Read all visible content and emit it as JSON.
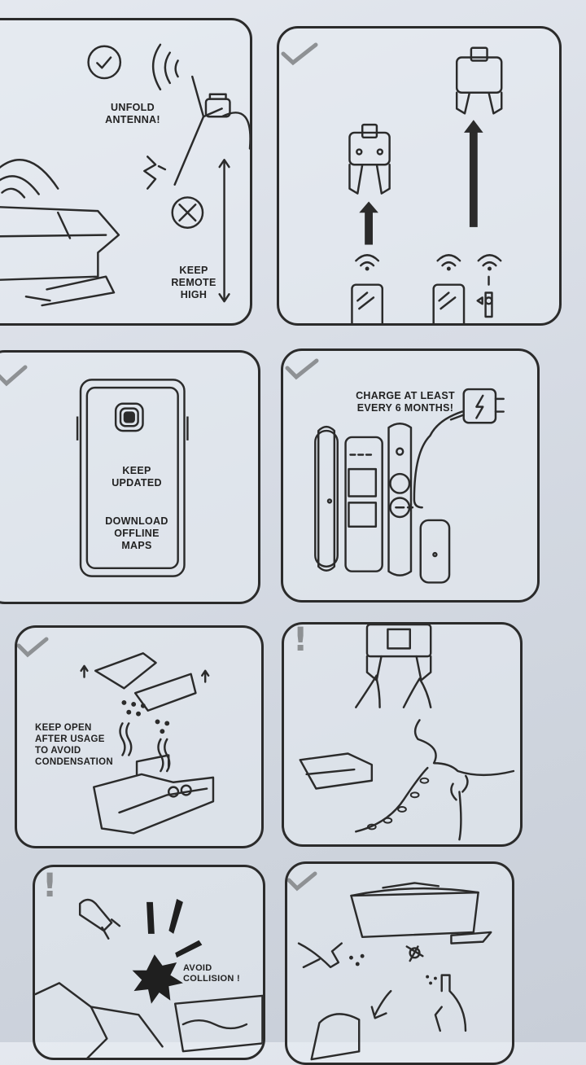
{
  "panels": {
    "antenna": {
      "unfold": "UNFOLD\nANTENNA!",
      "keep": "KEEP\nREMOTE\nHIGH"
    },
    "app": {
      "keep": "KEEP\nUPDATED",
      "download": "DOWNLOAD\nOFFLINE\nMAPS"
    },
    "charge": {
      "text": "CHARGE AT LEAST\nEVERY 6 MONTHS!"
    },
    "dry": {
      "text": "KEEP OPEN\nAFTER USAGE\nTO AVOID\nCONDENSATION"
    },
    "collision": {
      "text": "AVOID\nCOLLISION !"
    }
  },
  "marks": {
    "check": "check-icon",
    "warning": "!"
  },
  "colors": {
    "ink": "#2b2b2b",
    "paper": "#dfe3ea"
  }
}
